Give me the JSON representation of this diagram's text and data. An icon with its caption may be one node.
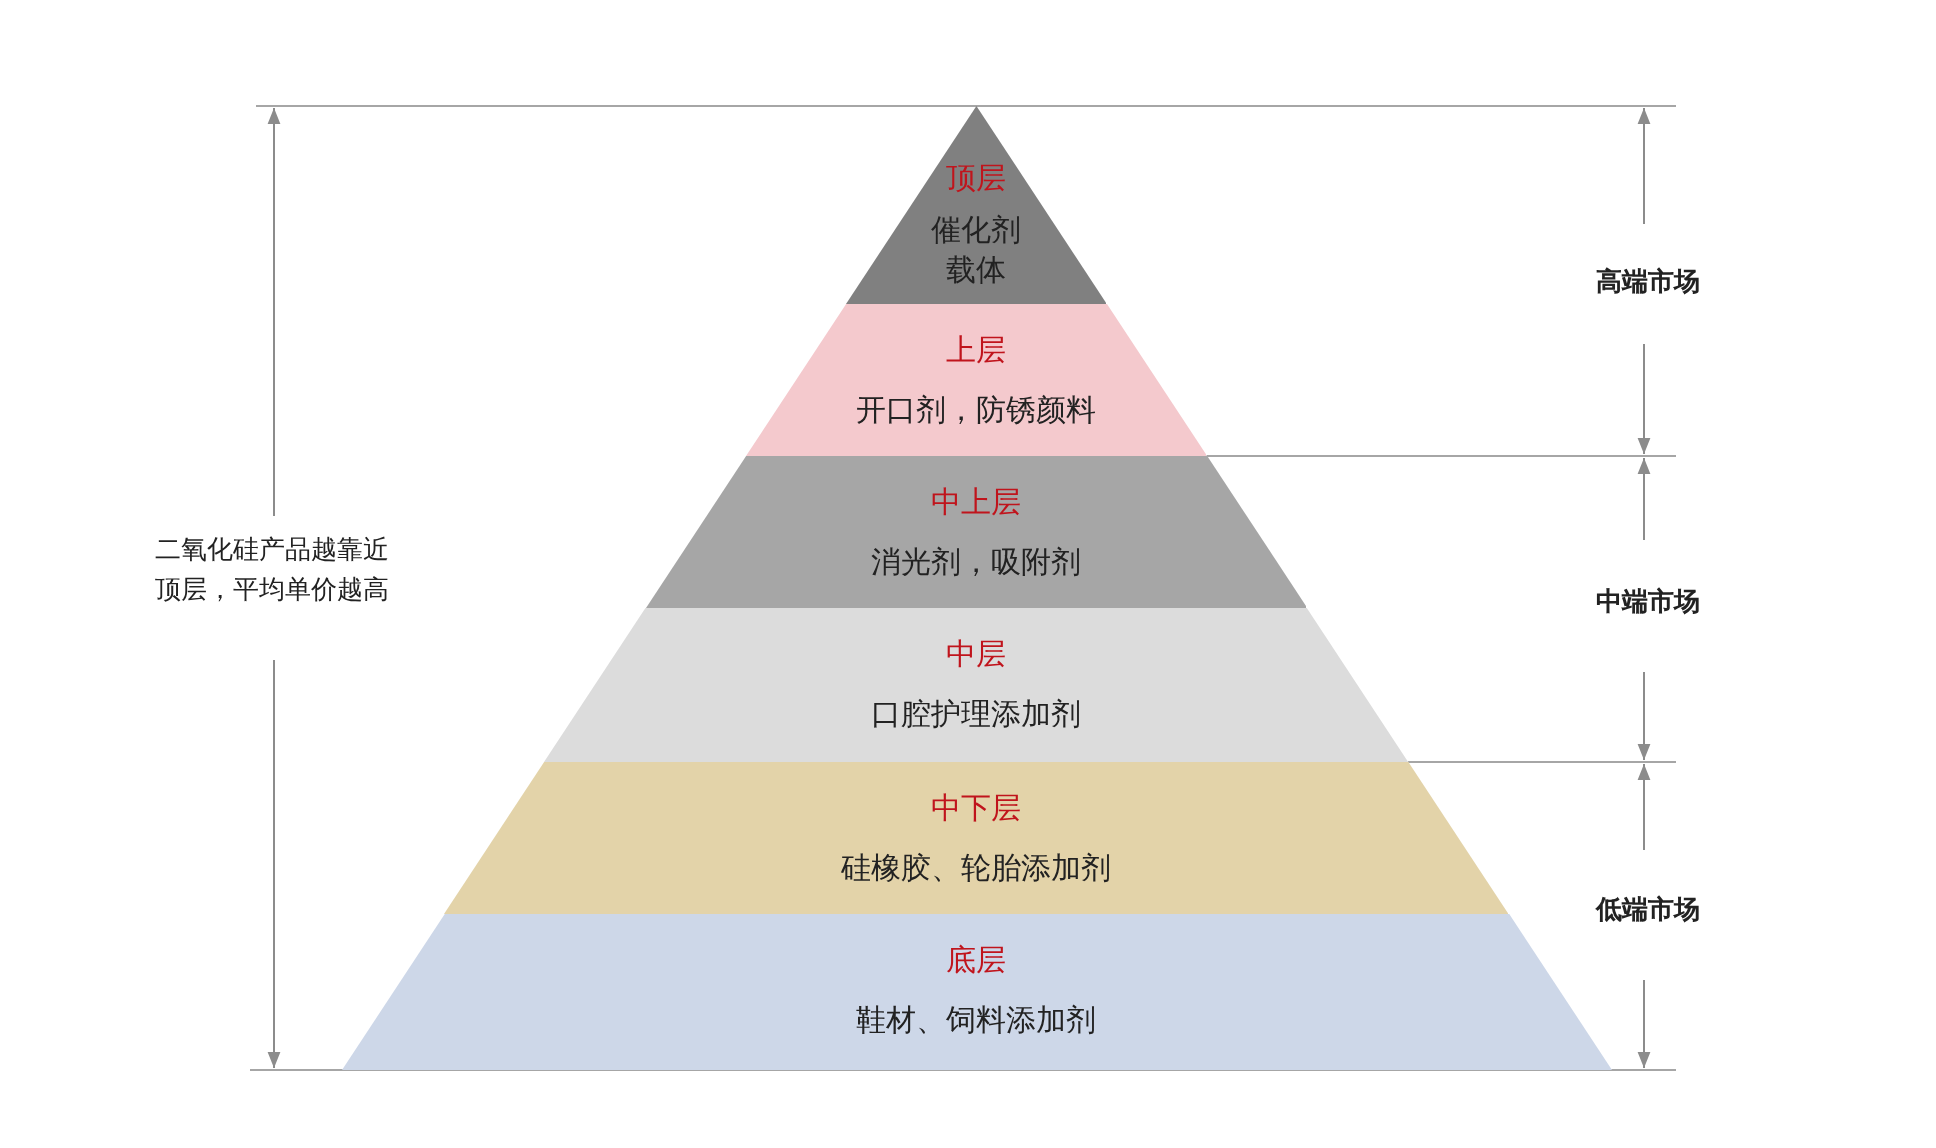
{
  "diagram": {
    "nodes": [
      {
        "text": [
          "顶层",
          "催化剂载体"
        ]
      },
      {
        "text": [
          "上层",
          "开口剂，防锈颜料"
        ]
      },
      {
        "text": [
          "中上层",
          "消光剂，吸附剂"
        ]
      },
      {
        "text": [
          "中层",
          "口腔护理添加剂"
        ]
      },
      {
        "text": [
          "中下层",
          "硅橡胶、轮胎添加剂"
        ]
      },
      {
        "text": [
          "底层",
          "鞋材、饲料添加剂"
        ]
      }
    ],
    "labels": [
      "高端市场",
      "中端市场",
      "低端市场",
      "二氧化硅产品越靠近顶层，平均单价越高"
    ]
  }
}
